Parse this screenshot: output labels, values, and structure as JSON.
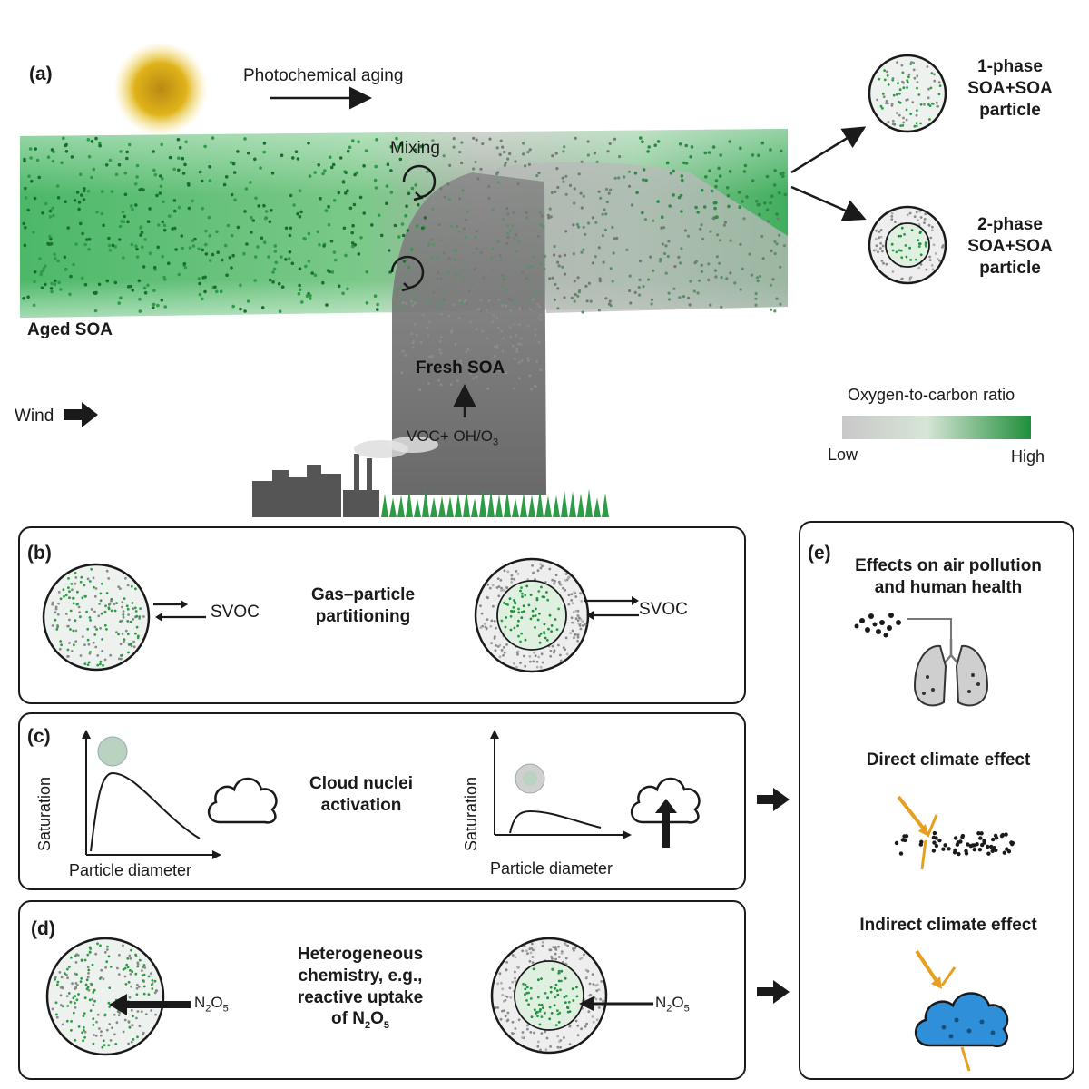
{
  "panel_a": {
    "label": "(a)",
    "photochemical_aging": "Photochemical aging",
    "mixing": "Mixing",
    "aged_soa": "Aged SOA",
    "fresh_soa": "Fresh SOA",
    "voc_reaction": "VOC+ OH/O",
    "voc_reaction_sub": "3",
    "wind": "Wind",
    "one_phase": [
      "1-phase",
      "SOA+SOA",
      "particle"
    ],
    "two_phase": [
      "2-phase",
      "SOA+SOA",
      "particle"
    ],
    "legend": {
      "title": "Oxygen-to-carbon ratio",
      "low": "Low",
      "high": "High",
      "low_color": "#c8c8c8",
      "high_color": "#1f8f3a"
    }
  },
  "panel_b": {
    "label": "(b)",
    "svoc_left": "SVOC",
    "svoc_right": "SVOC",
    "process": [
      "Gas–particle",
      "partitioning"
    ]
  },
  "panel_c": {
    "label": "(c)",
    "ylabel": "Saturation",
    "xlabel": "Particle diameter",
    "process": [
      "Cloud nuclei",
      "activation"
    ]
  },
  "panel_d": {
    "label": "(d)",
    "n2o5_left": "N",
    "n2o5_right": "N",
    "n2o5_sub1": "2",
    "n2o5_o": "O",
    "n2o5_sub2": "5",
    "process": [
      "Heterogeneous",
      "chemistry, e.g.,",
      "reactive uptake",
      "of N",
      "2",
      "O",
      "5"
    ]
  },
  "panel_e": {
    "label": "(e)",
    "health": [
      "Effects on air pollution",
      "and human health"
    ],
    "direct": "Direct climate effect",
    "indirect": "Indirect climate effect"
  },
  "colors": {
    "green": "#2e9b47",
    "dark_green": "#1c7a33",
    "gray": "#9a9a9a",
    "sun": "#e0b31a",
    "cloud_blue": "#2f8fd8"
  }
}
